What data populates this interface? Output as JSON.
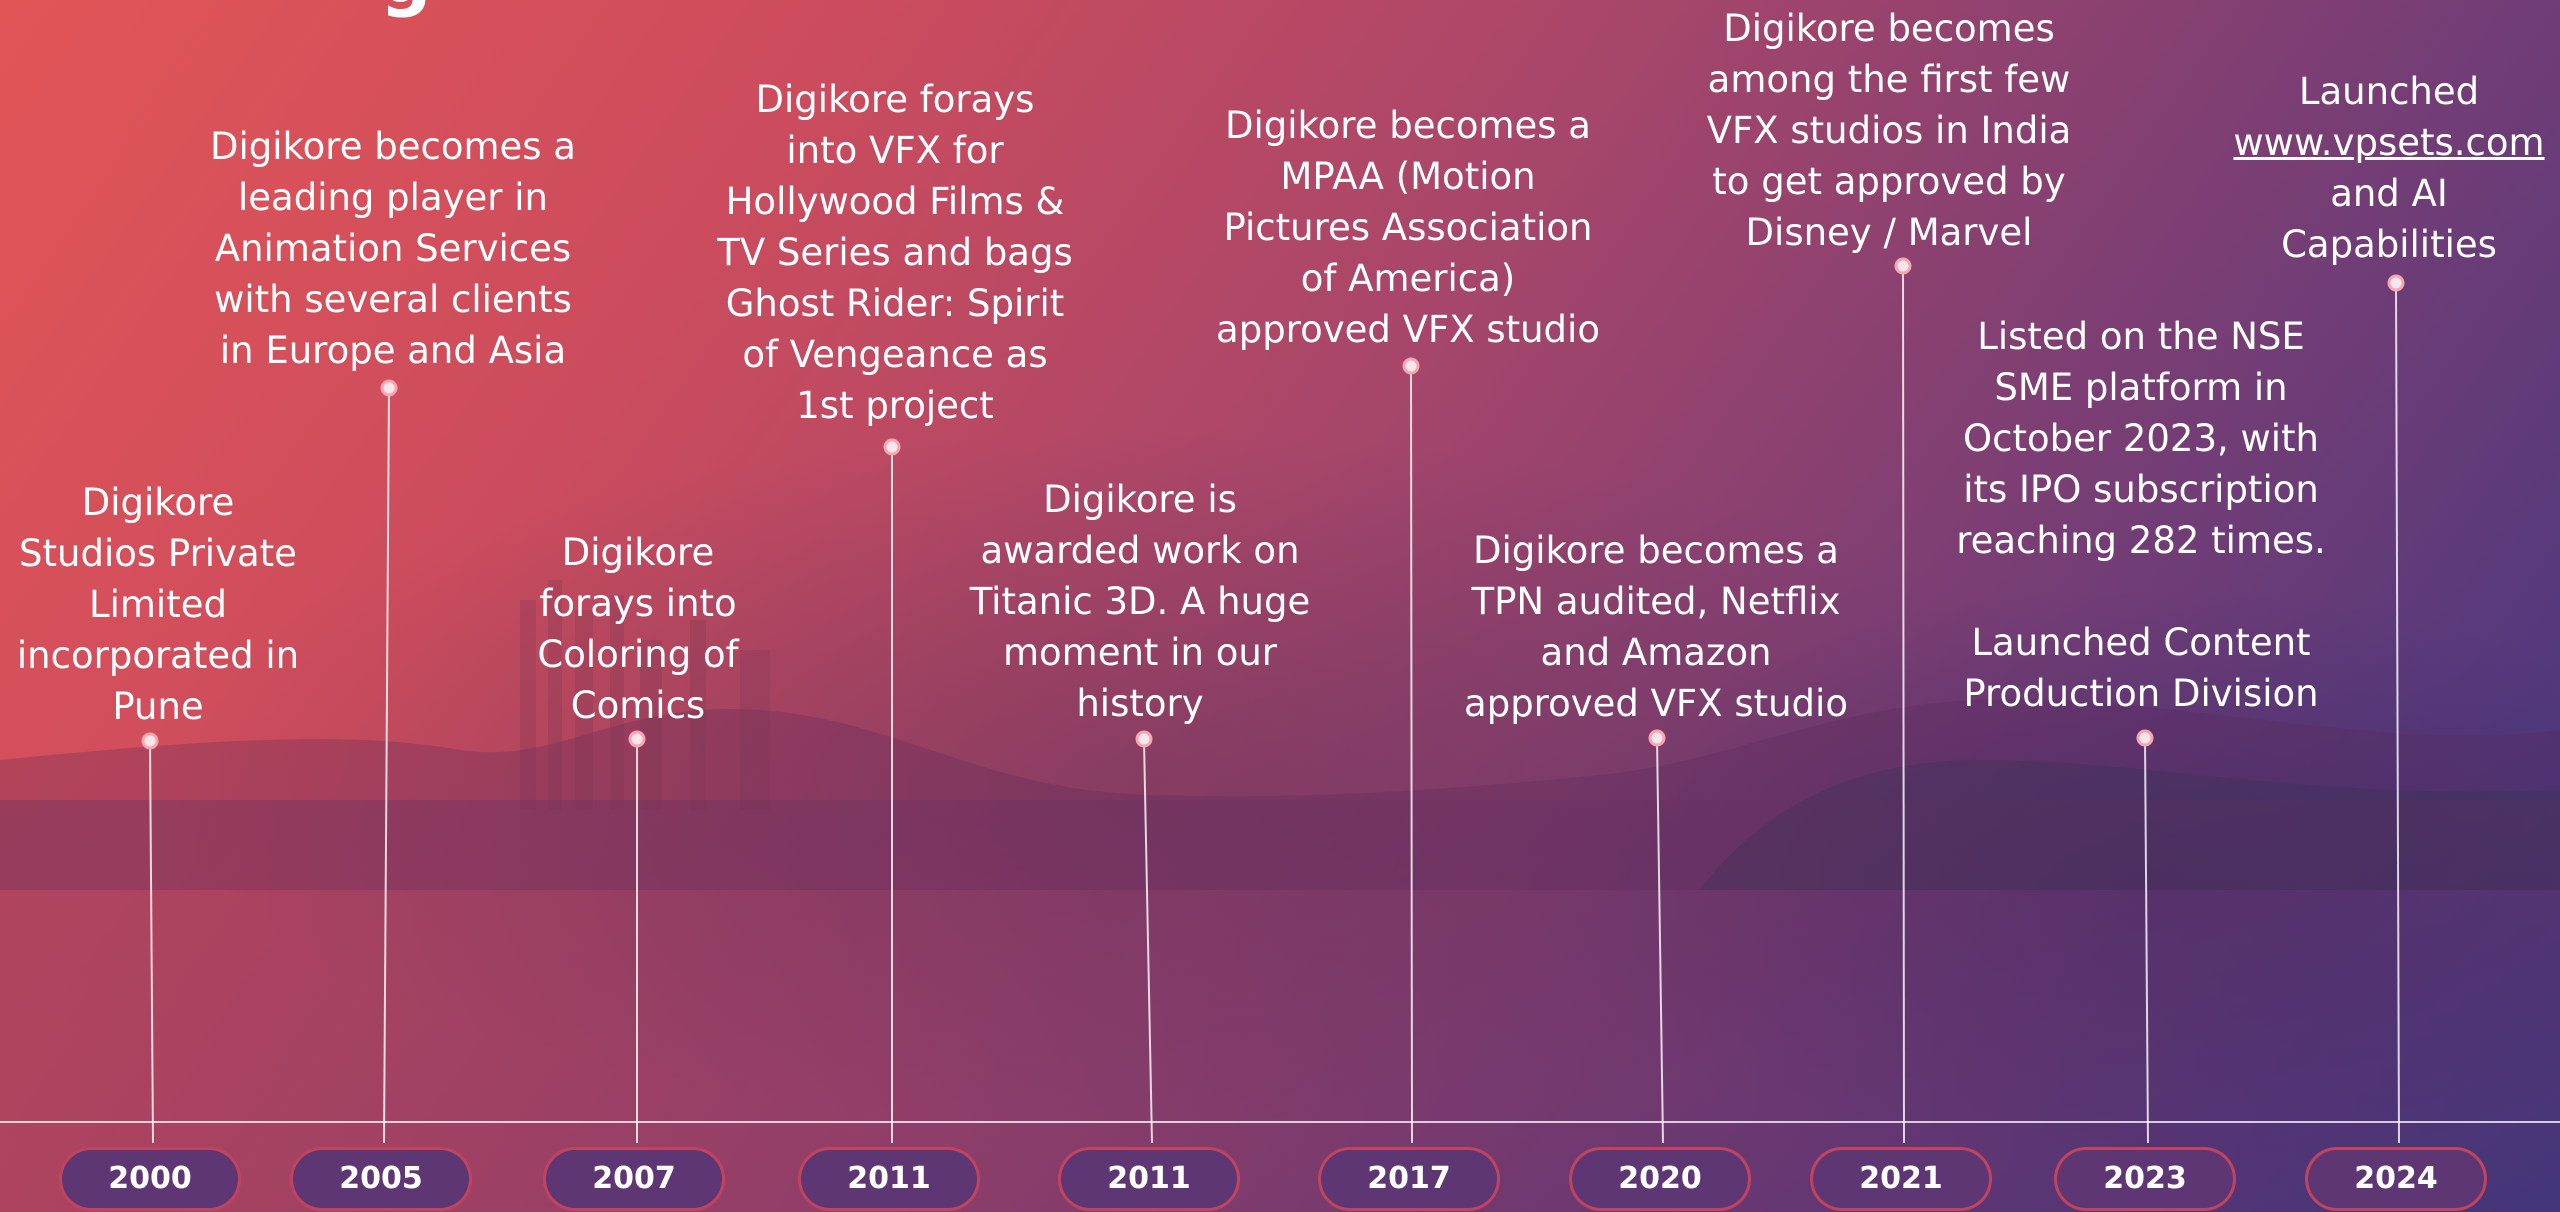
{
  "timeline": {
    "milestones": [
      {
        "year": "2000",
        "lines": [
          "Digikore",
          "Studios Private",
          "Limited",
          "incorporated in",
          "Pune"
        ]
      },
      {
        "year": "2005",
        "lines": [
          "Digikore becomes a",
          "leading player in",
          "Animation Services",
          "with several clients",
          "in Europe and Asia"
        ]
      },
      {
        "year": "2007",
        "lines": [
          "Digikore",
          "forays into",
          "Coloring of",
          "Comics"
        ]
      },
      {
        "year": "2011",
        "lines": [
          "Digikore forays",
          "into VFX for",
          "Hollywood Films &",
          "TV Series and bags",
          "Ghost Rider: Spirit",
          "of Vengeance as",
          "1st  project"
        ]
      },
      {
        "year": "2011",
        "lines": [
          "Digikore is",
          "awarded work on",
          "Titanic 3D. A huge",
          "moment in our",
          "history"
        ]
      },
      {
        "year": "2017",
        "lines": [
          "Digikore becomes a",
          "MPAA (Motion",
          "Pictures Association",
          "of America)",
          "approved VFX studio"
        ]
      },
      {
        "year": "2020",
        "lines": [
          "Digikore becomes a",
          "TPN audited, Netflix",
          "and Amazon",
          "approved VFX studio"
        ]
      },
      {
        "year": "2021",
        "lines": [
          "Digikore becomes",
          "among the first few",
          "VFX studios in India",
          "to get approved by",
          "Disney / Marvel"
        ]
      },
      {
        "year": "2023",
        "lines": [
          "Listed on the NSE",
          "SME platform in",
          "October 2023, with",
          "its IPO subscription",
          "reaching 282 times.",
          "",
          "Launched Content",
          "Production Division"
        ]
      },
      {
        "year": "2024",
        "lines": [
          "Launched",
          "www.vpsets.com",
          "and AI",
          "Capabilities"
        ],
        "link_line": 1
      }
    ]
  }
}
